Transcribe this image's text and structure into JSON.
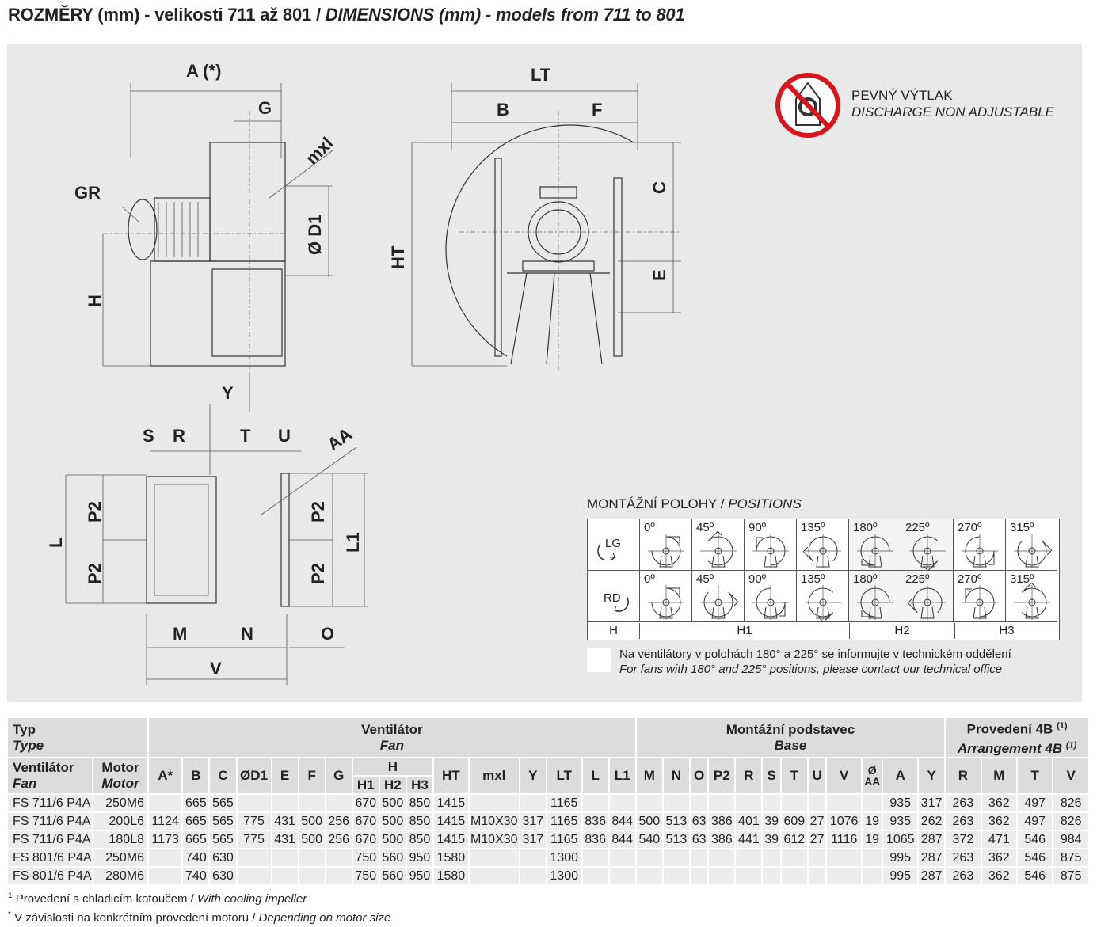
{
  "title": {
    "cz": "ROZMĚRY (mm) - velikosti 711 až 801 / ",
    "en": "DIMENSIONS (mm) - models from 711 to 801"
  },
  "discharge": {
    "cz": "PEVNÝ VÝTLAK",
    "en": "DISCHARGE NON ADJUSTABLE"
  },
  "drawing_labels": {
    "A": "A (*)",
    "G": "G",
    "mxl": "mxl",
    "GR": "GR",
    "D1": "Ø D1",
    "H": "H",
    "LT": "LT",
    "B": "B",
    "F": "F",
    "C": "C",
    "E": "E",
    "HT": "HT",
    "Y": "Y",
    "S": "S",
    "R": "R",
    "T": "T",
    "U": "U",
    "AA": "AA",
    "L": "L",
    "P2": "P2",
    "L1": "L1",
    "M": "M",
    "N": "N",
    "O": "O",
    "V": "V"
  },
  "positions": {
    "title_cz": "MONTÁŽNÍ POLOHY / ",
    "title_en": "POSITIONS",
    "rows": [
      {
        "label": "LG",
        "angles": [
          "0º",
          "45º",
          "90º",
          "135º",
          "180º",
          "225º",
          "270º",
          "315º"
        ]
      },
      {
        "label": "RD",
        "angles": [
          "0º",
          "45º",
          "90º",
          "135º",
          "180º",
          "225º",
          "270º",
          "315º"
        ]
      }
    ],
    "footer": [
      "H",
      "H1",
      "H2",
      "H3"
    ]
  },
  "note": {
    "cz": "Na ventilátory v polohách 180° a 225° se informujte v technickém oddělení",
    "en": "For fans with 180° and 225° positions, please contact our technical office"
  },
  "table": {
    "groups": {
      "type_cz": "Typ",
      "type_en": "Type",
      "fan_cz": "Ventilátor",
      "fan_en": "Fan",
      "base_cz": "Montážní podstavec",
      "base_en": "Base",
      "arr_cz": "Provedení 4B",
      "arr_en": "Arrangement 4B",
      "sup": "(1)"
    },
    "col_fan_cz": "Ventilátor",
    "col_fan_en": "Fan",
    "col_motor_cz": "Motor",
    "col_motor_en": "Motor",
    "cols_a": [
      "A*",
      "B",
      "C",
      "ØD1",
      "E",
      "F",
      "G"
    ],
    "col_h": "H",
    "cols_h": [
      "H1",
      "H2",
      "H3"
    ],
    "cols_b": [
      "HT",
      "mxl",
      "Y",
      "LT",
      "L",
      "L1",
      "M",
      "N",
      "O",
      "P2",
      "R",
      "S",
      "T",
      "U",
      "V"
    ],
    "col_aa": [
      "Ø",
      "AA"
    ],
    "cols_c": [
      "A",
      "Y",
      "R",
      "M",
      "T",
      "V"
    ],
    "rows": [
      [
        "FS 711/6 P4A",
        "250M6",
        "",
        "665",
        "565",
        "",
        "",
        "",
        "",
        "670",
        "500",
        "850",
        "1415",
        "",
        "",
        "1165",
        "",
        "",
        "",
        "",
        "",
        "",
        "",
        "",
        "",
        "",
        "",
        "",
        "935",
        "317",
        "263",
        "362",
        "497",
        "826"
      ],
      [
        "FS 711/6 P4A",
        "200L6",
        "1124",
        "665",
        "565",
        "775",
        "431",
        "500",
        "256",
        "670",
        "500",
        "850",
        "1415",
        "M10X30",
        "317",
        "1165",
        "836",
        "844",
        "500",
        "513",
        "63",
        "386",
        "401",
        "39",
        "609",
        "27",
        "1076",
        "19",
        "935",
        "262",
        "263",
        "362",
        "497",
        "826"
      ],
      [
        "FS 711/6 P4A",
        "180L8",
        "1173",
        "665",
        "565",
        "775",
        "431",
        "500",
        "256",
        "670",
        "500",
        "850",
        "1415",
        "M10X30",
        "317",
        "1165",
        "836",
        "844",
        "540",
        "513",
        "63",
        "386",
        "441",
        "39",
        "612",
        "27",
        "1116",
        "19",
        "1065",
        "287",
        "372",
        "471",
        "546",
        "984"
      ],
      [
        "FS 801/6 P4A",
        "250M6",
        "",
        "740",
        "630",
        "",
        "",
        "",
        "",
        "750",
        "560",
        "950",
        "1580",
        "",
        "",
        "1300",
        "",
        "",
        "",
        "",
        "",
        "",
        "",
        "",
        "",
        "",
        "",
        "",
        "995",
        "287",
        "263",
        "362",
        "546",
        "875"
      ],
      [
        "FS 801/6 P4A",
        "280M6",
        "",
        "740",
        "630",
        "",
        "",
        "",
        "",
        "750",
        "560",
        "950",
        "1580",
        "",
        "",
        "1300",
        "",
        "",
        "",
        "",
        "",
        "",
        "",
        "",
        "",
        "",
        "",
        "",
        "995",
        "287",
        "263",
        "362",
        "546",
        "875"
      ]
    ]
  },
  "footnotes": [
    {
      "mark": "1",
      "cz": " Provedení s chladicím kotoučem / ",
      "en": "With cooling impeller"
    },
    {
      "mark": "*",
      "cz": " V závislosti na konkrétním provedení motoru / ",
      "en": "Depending on motor size"
    }
  ]
}
